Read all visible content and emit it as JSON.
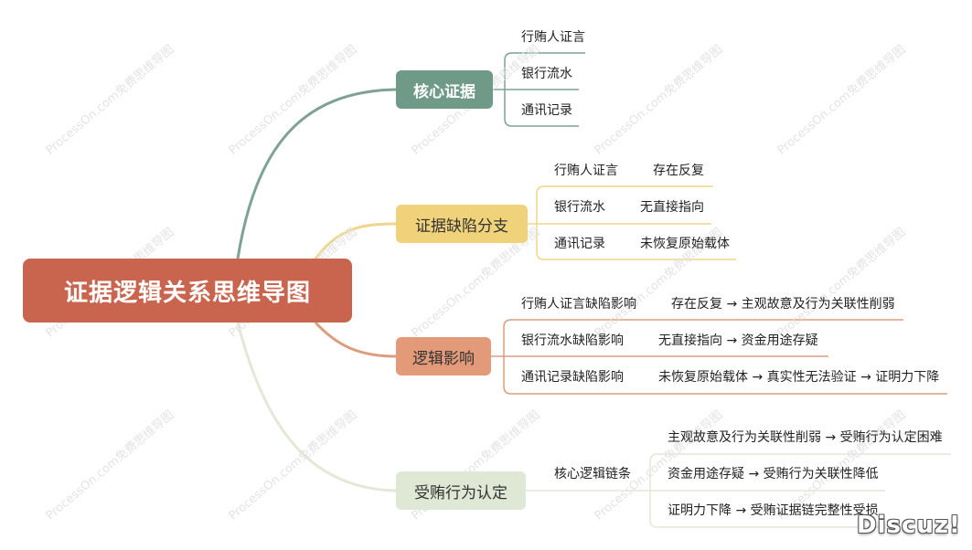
{
  "root": {
    "title": "证据逻辑关系思维导图"
  },
  "colors": {
    "root": "#c9654f",
    "core": "#6f9a87",
    "defect": "#f0d27a",
    "logic": "#e29a78",
    "accept": "#dfe8d5",
    "core_line": "#7ea293",
    "defect_line": "#efd68a",
    "logic_line": "#dc9d7e",
    "accept_line": "#e2e9d6"
  },
  "branches": {
    "core": {
      "label": "核心证据",
      "items": [
        "行贿人证言",
        "银行流水",
        "通讯记录"
      ]
    },
    "defect": {
      "label": "证据缺陷分支",
      "items": [
        {
          "name": "行贿人证言",
          "detail": "存在反复"
        },
        {
          "name": "银行流水",
          "detail": "无直接指向"
        },
        {
          "name": "通讯记录",
          "detail": "未恢复原始载体"
        }
      ]
    },
    "logic": {
      "label": "逻辑影响",
      "items": [
        {
          "name": "行贿人证言缺陷影响",
          "detail": "存在反复 → 主观故意及行为关联性削弱"
        },
        {
          "name": "银行流水缺陷影响",
          "detail": "无直接指向 → 资金用途存疑"
        },
        {
          "name": "通讯记录缺陷影响",
          "detail": "未恢复原始载体 → 真实性无法验证 → 证明力下降"
        }
      ]
    },
    "accept": {
      "label": "受贿行为认定",
      "chain": "核心逻辑链条",
      "items": [
        "主观故意及行为关联性削弱 → 受贿行为认定困难",
        "资金用途存疑 → 受贿行为关联性降低",
        "证明力下降 → 受贿证据链完整性受损"
      ]
    }
  },
  "watermark": "ProcessOn.com免费思维导图",
  "badge": "Discuz!"
}
